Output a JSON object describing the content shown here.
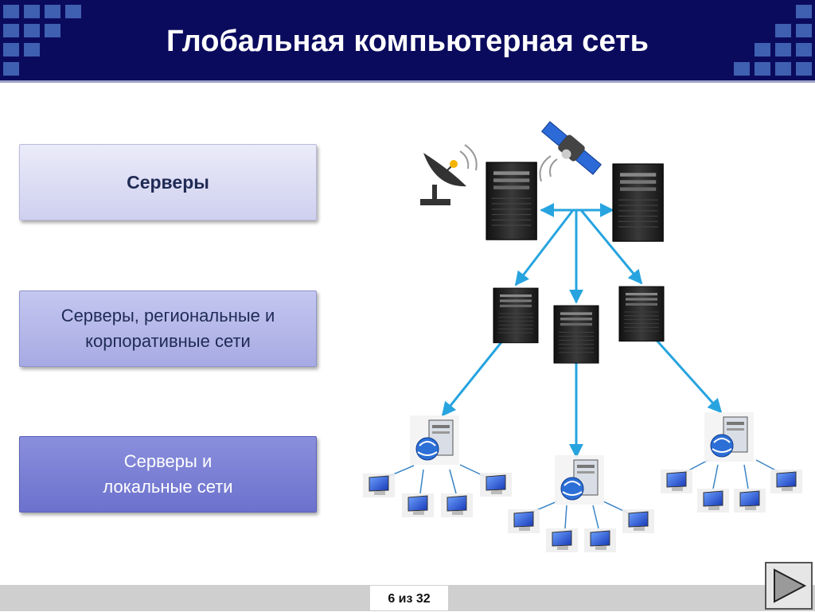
{
  "slide": {
    "title": "Глобальная компьютерная сеть"
  },
  "levels": [
    {
      "line1": "Серверы",
      "line2": ""
    },
    {
      "line1": "Серверы, региональные и",
      "line2": "корпоративные сети"
    },
    {
      "line1": "Серверы и",
      "line2": "локальные сети"
    }
  ],
  "footer": {
    "page_indicator": "6 из 32"
  },
  "icons": {
    "next": "play-triangle-icon",
    "satellite": "satellite-icon",
    "dish": "satellite-dish-icon",
    "server": "server-tower-icon",
    "computer": "monitor-icon"
  },
  "colors": {
    "header_bg": "#0b0b5e",
    "header_squares": "#3f5fb0",
    "link_arrows": "#27a4df",
    "level1_box": "#d9dafa",
    "level2_box": "#b3b6e8",
    "level3_box": "#7d82d6"
  }
}
